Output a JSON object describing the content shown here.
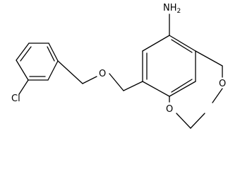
{
  "molecule": {
    "labels": {
      "amine": "NH",
      "amine_subscript": "2",
      "chlorine": "Cl",
      "ether_oxygen": "O",
      "ring_oxygen_top": "O",
      "ring_oxygen_bottom": "O"
    },
    "colors": {
      "bond": "#000000",
      "label": "#000000",
      "background": "#ffffff"
    }
  }
}
